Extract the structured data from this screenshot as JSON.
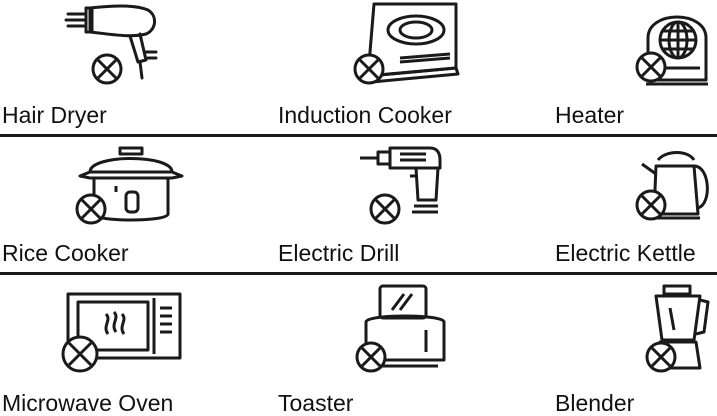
{
  "items": [
    {
      "label": "Hair Dryer",
      "icon": "hair-dryer-icon"
    },
    {
      "label": "Induction Cooker",
      "icon": "induction-cooker-icon"
    },
    {
      "label": "Heater",
      "icon": "heater-icon"
    },
    {
      "label": "Rice Cooker",
      "icon": "rice-cooker-icon"
    },
    {
      "label": "Electric Drill",
      "icon": "electric-drill-icon"
    },
    {
      "label": "Electric Kettle",
      "icon": "electric-kettle-icon"
    },
    {
      "label": "Microwave Oven",
      "icon": "microwave-oven-icon"
    },
    {
      "label": "Toaster",
      "icon": "toaster-icon"
    },
    {
      "label": "Blender",
      "icon": "blender-icon"
    }
  ],
  "prohibited_mark": "circle-cross-icon",
  "colors": {
    "stroke": "#1a1a1a",
    "background": "#ffffff"
  }
}
